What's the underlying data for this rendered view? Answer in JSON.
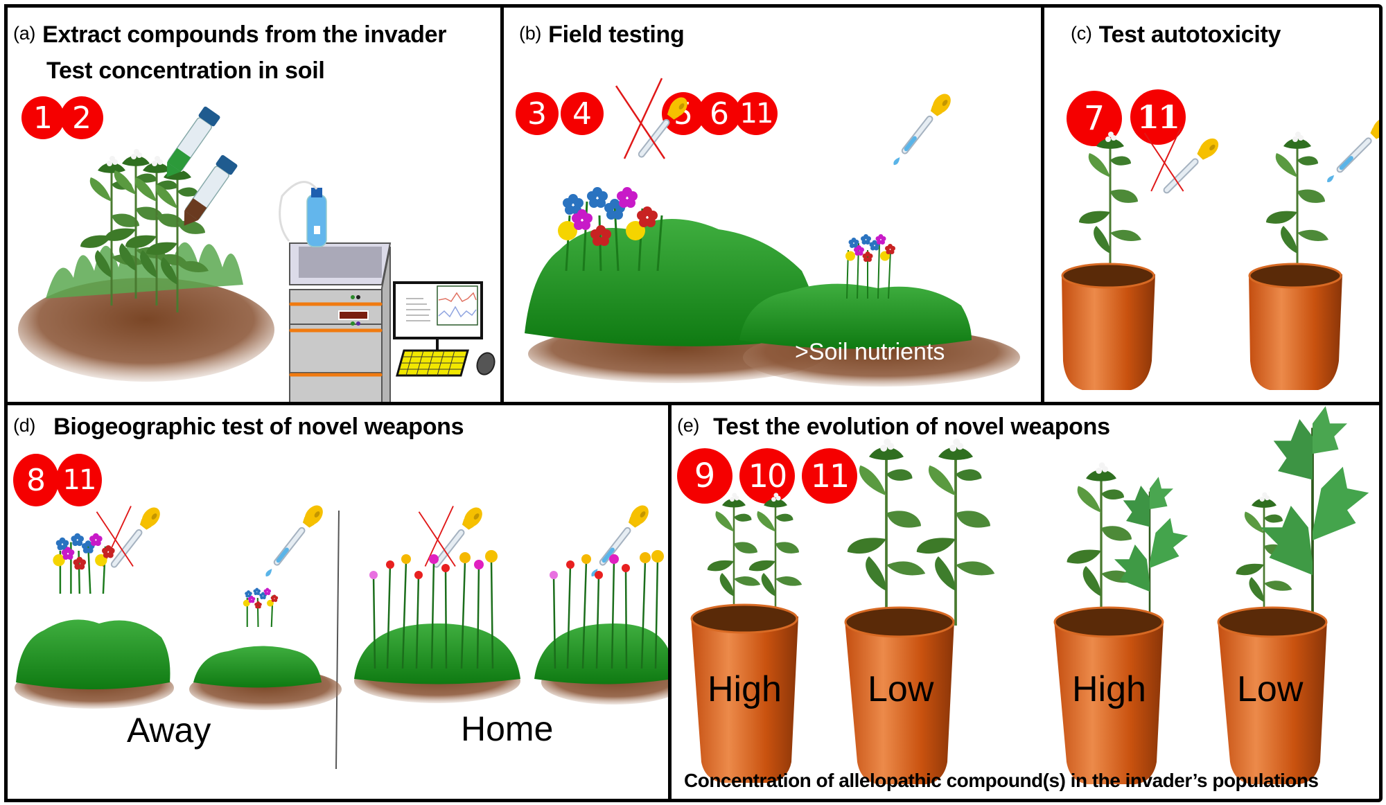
{
  "colors": {
    "badge": "#f50000",
    "badge_text": "#ffffff",
    "border": "#000000",
    "pot": "#d2571a",
    "pot_dark": "#5a2a08",
    "grass": "#1c8a1c",
    "soil": "#8b5a3c",
    "pipette_bulb": "#f6c000",
    "liquid": "#5ab4e8",
    "cross": "#e01818"
  },
  "panels": {
    "a": {
      "letter": "(a)",
      "title_line1": "Extract compounds from the invader",
      "title_line2": "Test concentration in soil",
      "badges": [
        "1",
        "2"
      ],
      "icons": [
        "invasive-plant-icon",
        "soil-icon",
        "centrifuge-tube-icon",
        "hplc-instrument-icon",
        "computer-monitor-icon",
        "keyboard-icon",
        "mouse-icon"
      ]
    },
    "b": {
      "letter": "(b)",
      "title": "Field testing",
      "badges_control": [
        "3",
        "4"
      ],
      "badges_treatment": [
        "5",
        "6",
        "11"
      ],
      "soil_label": ">Soil nutrients",
      "icons": [
        "crossed-pipette-icon",
        "pipette-icon",
        "flower-community-icon"
      ]
    },
    "c": {
      "letter": "(c)",
      "title": "Test autotoxicity",
      "badges": [
        "7",
        "11"
      ],
      "icons": [
        "potted-plant-icon",
        "crossed-pipette-icon",
        "pipette-icon"
      ]
    },
    "d": {
      "letter": "(d)",
      "title": "Biogeographic test of novel weapons",
      "badges": [
        "8",
        "11"
      ],
      "range_labels": [
        "Away",
        "Home"
      ],
      "icons": [
        "crossed-pipette-icon",
        "pipette-icon",
        "flower-community-icon"
      ]
    },
    "e": {
      "letter": "(e)",
      "title": "Test the evolution of novel weapons",
      "badges": [
        "9",
        "10",
        "11"
      ],
      "pot_labels": [
        "High",
        "Low",
        "High",
        "Low"
      ],
      "caption": "Concentration of allelopathic compound(s) in the invader’s populations",
      "icons": [
        "potted-plant-icon"
      ]
    }
  }
}
